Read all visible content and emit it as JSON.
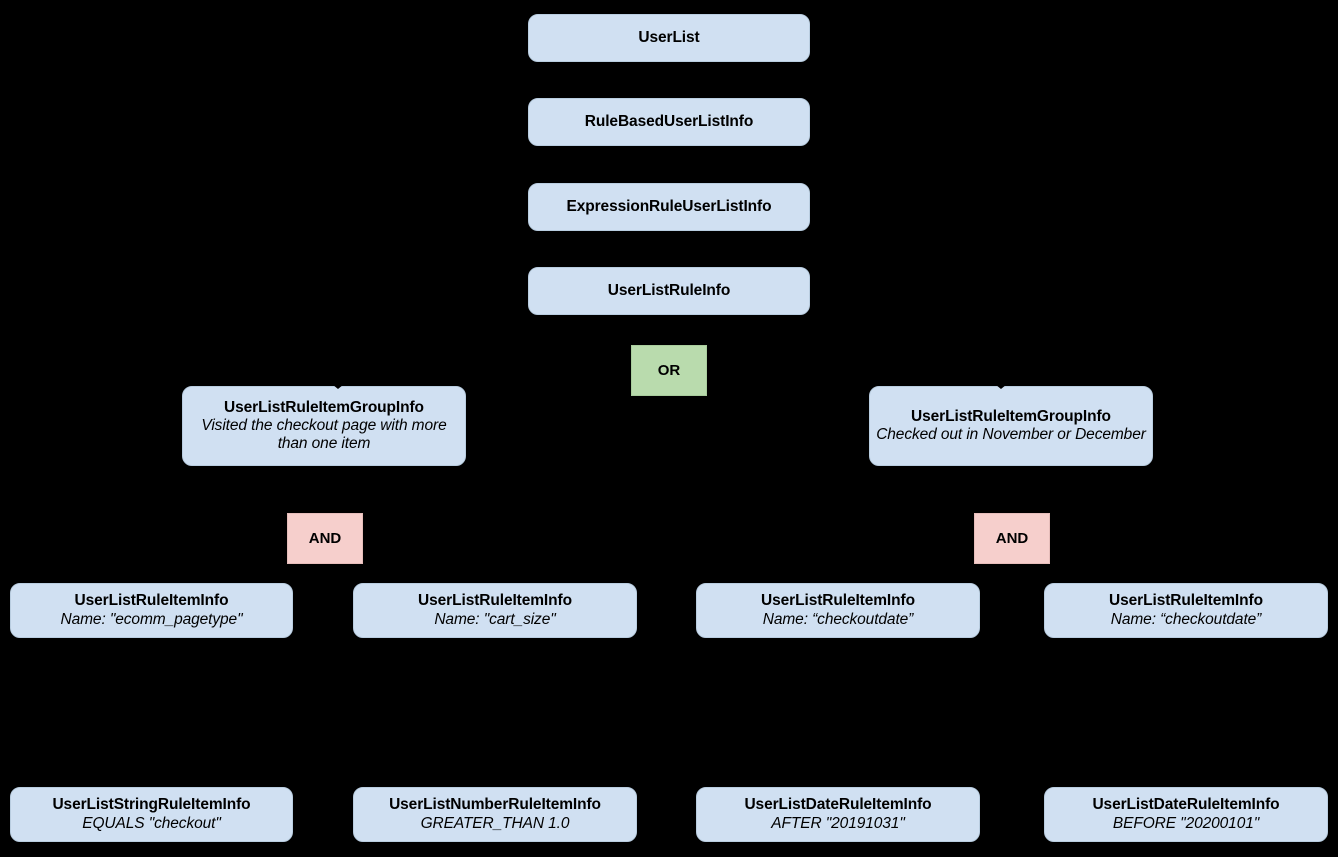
{
  "diagram": {
    "background_color": "#000000",
    "entity_fill": "#d0e0f2",
    "or_fill": "#b9dbad",
    "and_fill": "#f6cfcc",
    "text_color": "#000000",
    "nodes": {
      "user_list": {
        "title": "UserList"
      },
      "rule_based_user_list_info": {
        "title": "RuleBasedUserListInfo"
      },
      "expression_rule_user_list_info": {
        "title": "ExpressionRuleUserListInfo"
      },
      "user_list_rule_info": {
        "title": "UserListRuleInfo"
      },
      "or_operator": {
        "label": "OR"
      },
      "group_left": {
        "title": "UserListRuleItemGroupInfo",
        "desc": "Visited the checkout page with more than one item"
      },
      "group_right": {
        "title": "UserListRuleItemGroupInfo",
        "desc": "Checked out in November or December"
      },
      "and_left": {
        "label": "AND"
      },
      "and_right": {
        "label": "AND"
      },
      "item_1": {
        "title": "UserListRuleItemInfo",
        "desc": "Name: \"ecomm_pagetype\""
      },
      "item_2": {
        "title": "UserListRuleItemInfo",
        "desc": "Name: \"cart_size\""
      },
      "item_3": {
        "title": "UserListRuleItemInfo",
        "desc": "Name: “checkoutdate”"
      },
      "item_4": {
        "title": "UserListRuleItemInfo",
        "desc": "Name: “checkoutdate”"
      },
      "leaf_1": {
        "title": "UserListStringRuleItemInfo",
        "desc": "EQUALS \"checkout\""
      },
      "leaf_2": {
        "title": "UserListNumberRuleItemInfo",
        "desc": "GREATER_THAN 1.0"
      },
      "leaf_3": {
        "title": "UserListDateRuleItemInfo",
        "desc": "AFTER \"20191031\""
      },
      "leaf_4": {
        "title": "UserListDateRuleItemInfo",
        "desc": "BEFORE \"20200101\""
      }
    }
  }
}
